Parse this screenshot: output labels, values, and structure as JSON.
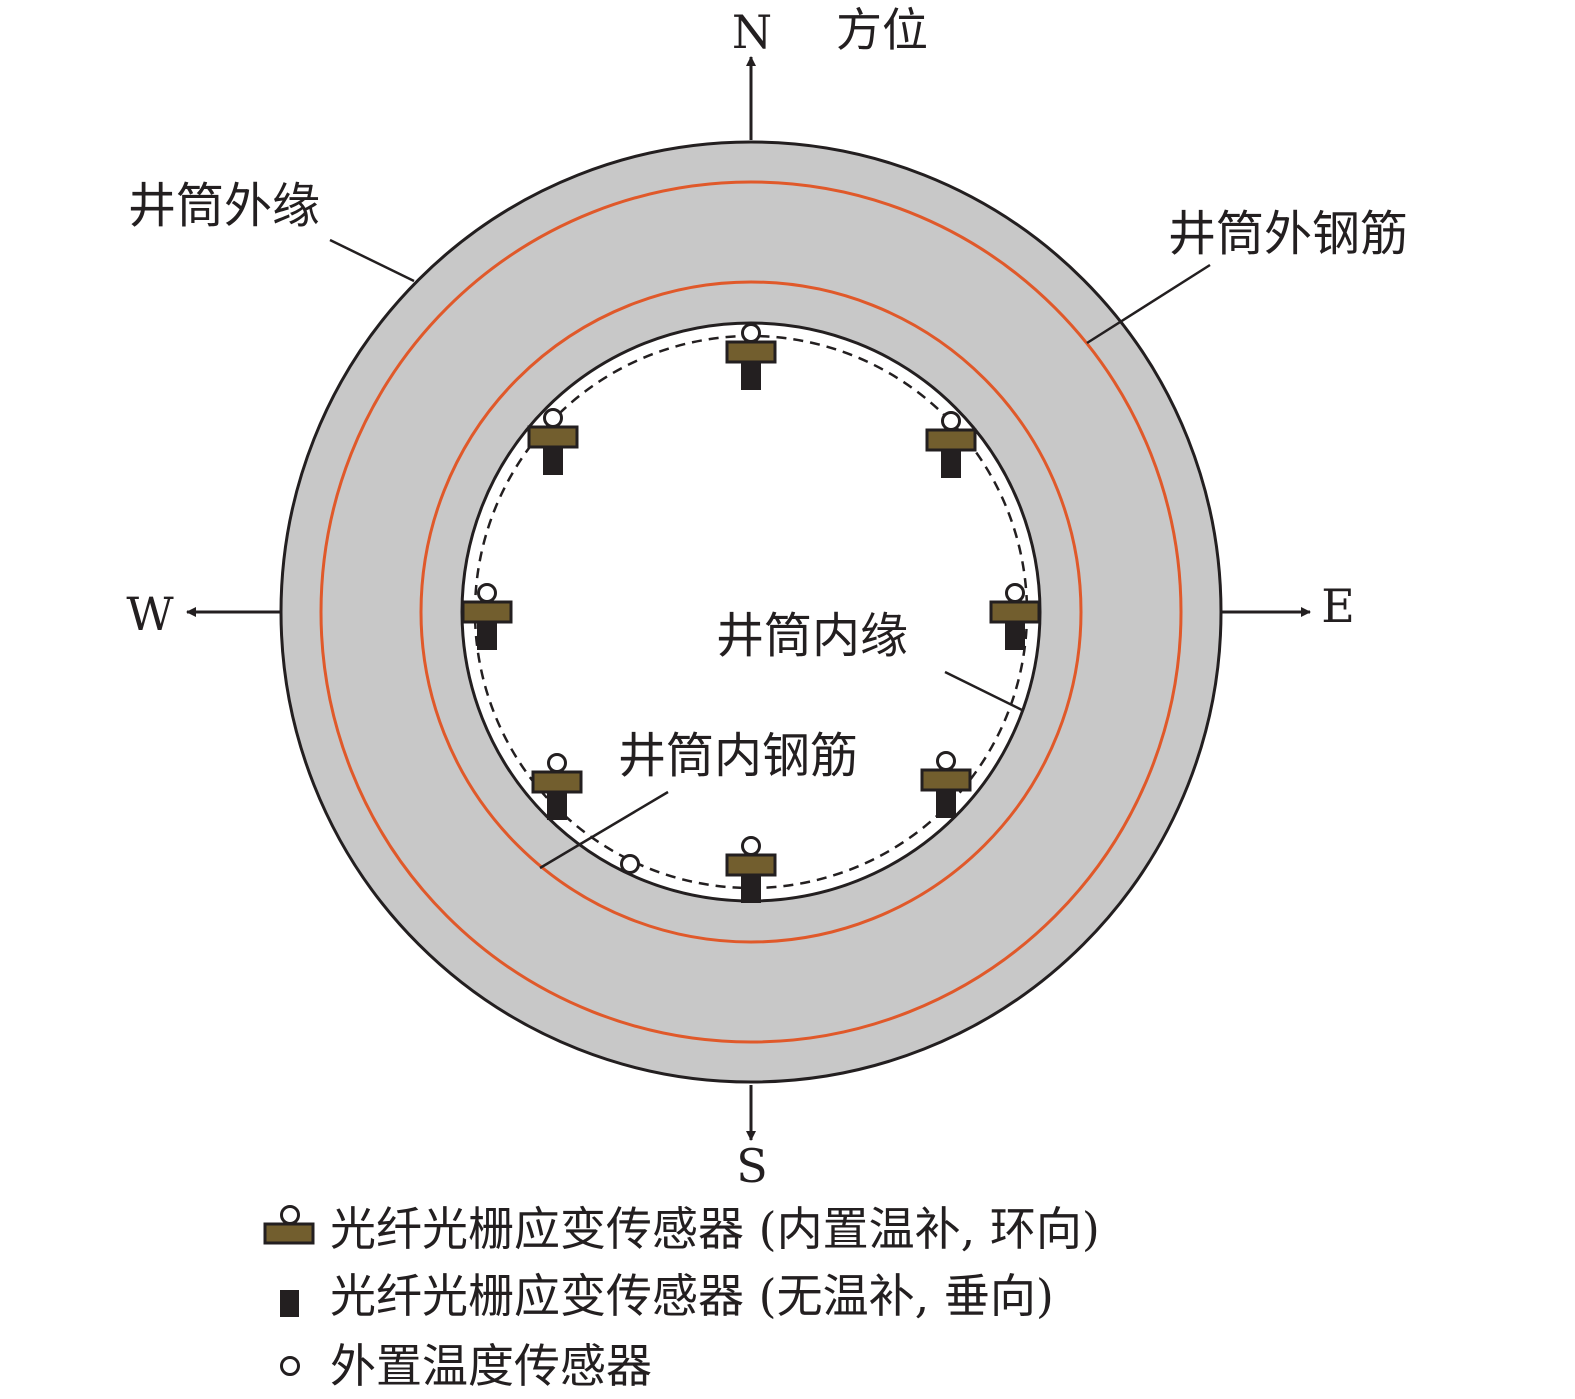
{
  "compass": {
    "title": "方位",
    "north": "N",
    "south": "S",
    "east": "E",
    "west": "W"
  },
  "labels": {
    "outer_edge": "井筒外缘",
    "outer_rebar": "井筒外钢筋",
    "inner_edge": "井筒内缘",
    "inner_rebar": "井筒内钢筋"
  },
  "legend": [
    {
      "icon": "fbg-strain-sensor-temp-compensated-icon",
      "label": "光纤光栅应变传感器 (内置温补, 环向)"
    },
    {
      "icon": "fbg-strain-sensor-vertical-icon",
      "label": "光纤光栅应变传感器 (无温补, 垂向)"
    },
    {
      "icon": "external-temperature-sensor-icon",
      "label": "外置温度传感器"
    }
  ],
  "colors": {
    "wall": "#c8c8c8",
    "rebar": "#e0592a",
    "sensor_body": "#725e2e",
    "ink": "#231f20"
  }
}
